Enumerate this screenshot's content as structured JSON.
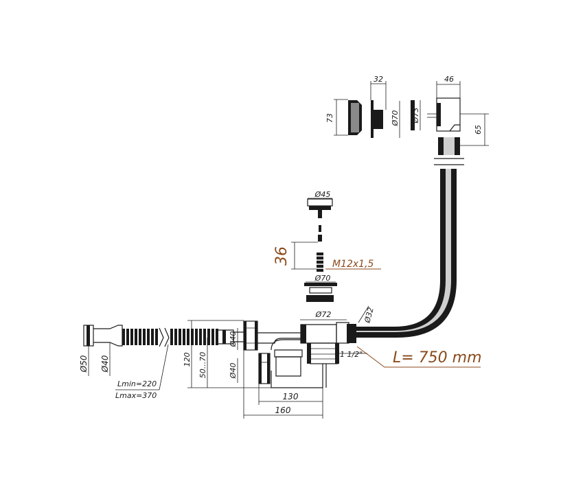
{
  "colors": {
    "ink": "#1a1a1a",
    "accent": "#8b4a1c"
  },
  "dimensions": {
    "d46": "46",
    "d32": "32",
    "d73": "73",
    "d70_cover": "Ø70",
    "d73_ring": "Ø73",
    "d65": "65",
    "d45": "Ø45",
    "d36": "36",
    "thread": "M12x1,5",
    "d70_drain": "Ø70",
    "d72": "Ø72",
    "d32_pipe": "Ø32",
    "length": "L= 750 mm",
    "d50": "Ø50",
    "d40": "Ø40",
    "lmin": "Lmin=220",
    "lmax": "Lmax=370",
    "h120": "120",
    "h50_70": "50...70",
    "d40_top": "Ø40",
    "d40_bottom": "Ø40",
    "thread_outlet": "1 1/2\"",
    "w130": "130",
    "w160": "160"
  }
}
